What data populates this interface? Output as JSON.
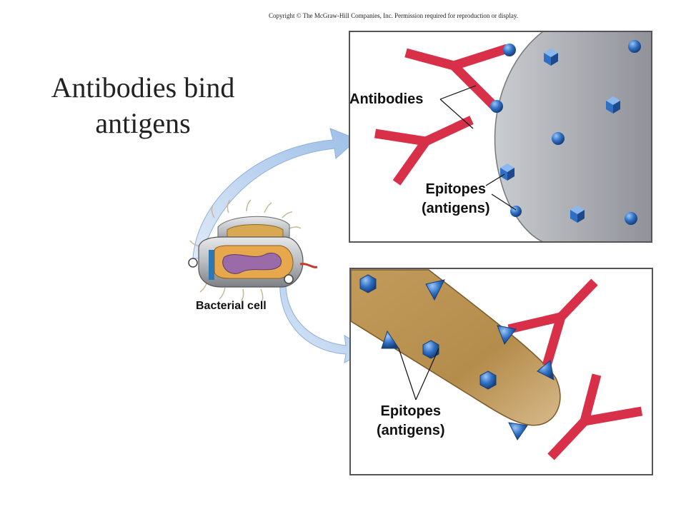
{
  "copyright": "Copyright © The McGraw-Hill Companies, Inc. Permission required for reproduction or display.",
  "title_line1": "Antibodies bind",
  "title_line2": "antigens",
  "labels": {
    "antibodies": "Antibodies",
    "epitopes_top_line1": "Epitopes",
    "epitopes_top_line2": "(antigens)",
    "bacterial_cell": "Bacterial cell",
    "epitopes_bottom_line1": "Epitopes",
    "epitopes_bottom_line2": "(antigens)"
  },
  "colors": {
    "antibody_red": "#d9304a",
    "epitope_blue": "#2f6fc4",
    "cell_surface_gray": "#a9acb2",
    "flagellum_tan": "#b9924f",
    "arrow_blue": "#a9c6ea",
    "panel_border": "#555555"
  }
}
